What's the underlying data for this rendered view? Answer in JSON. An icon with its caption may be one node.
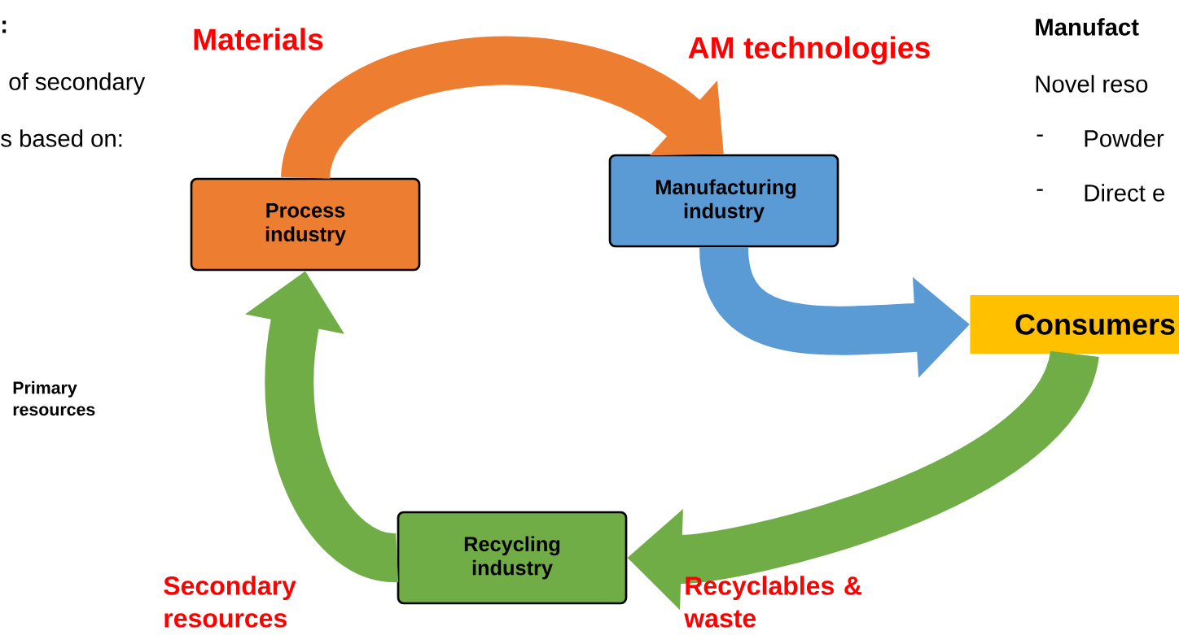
{
  "diagram": {
    "nodes": [
      {
        "text": [
          "Process industry"
        ]
      },
      {
        "text": [
          "Manufacturing industry"
        ]
      },
      {
        "text": [
          "Recycling industry"
        ]
      },
      {
        "text": [
          "Consumers"
        ]
      }
    ],
    "edges": [
      {
        "from": 0,
        "to": 1,
        "arrow": "to",
        "color": "#ed7d31"
      },
      {
        "from": 1,
        "to": 3,
        "arrow": "to",
        "color": "#5b9bd5"
      },
      {
        "from": 3,
        "to": 2,
        "arrow": "to",
        "color": "#70ad47"
      },
      {
        "from": 2,
        "to": 0,
        "arrow": "to",
        "color": "#70ad47"
      }
    ],
    "labels": [
      ":",
      "Materials",
      "AM technologies",
      "Manufact",
      "of secondary",
      "Novel reso",
      "s based on:",
      "-",
      "Powder",
      "-",
      "Direct e",
      "Primary resources",
      "Secondary resources",
      "Recyclables & waste"
    ]
  }
}
